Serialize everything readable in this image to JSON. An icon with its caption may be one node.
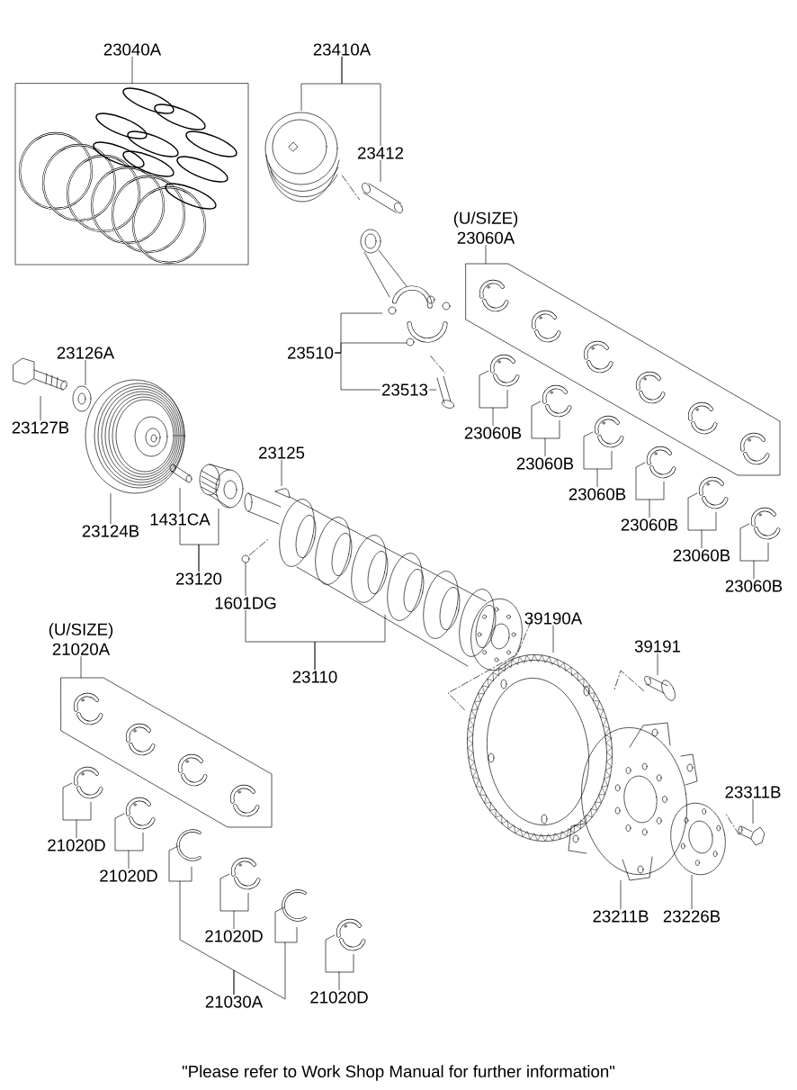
{
  "diagram": {
    "nodes": [
      {
        "text": [
          "23040A"
        ]
      },
      {
        "text": [
          "23410A"
        ]
      },
      {
        "text": [],
        "shape": "picture"
      },
      {
        "text": [],
        "shape": "picture"
      },
      {
        "text": [
          "23412"
        ]
      },
      {
        "text": [],
        "shape": "picture"
      },
      {
        "text": [
          "(U/SIZE)",
          "23060A"
        ]
      },
      {
        "text": [],
        "shape": "picture"
      },
      {
        "text": [],
        "shape": "picture"
      },
      {
        "text": [
          "23510"
        ]
      },
      {
        "text": [],
        "shape": "picture"
      },
      {
        "text": [
          "23126A"
        ]
      },
      {
        "text": [
          "23513"
        ]
      },
      {
        "text": [],
        "shape": "picture"
      },
      {
        "text": [],
        "shape": "picture"
      },
      {
        "text": [],
        "shape": "picture"
      },
      {
        "text": [],
        "shape": "picture"
      },
      {
        "text": [],
        "shape": "picture"
      },
      {
        "text": [],
        "shape": "picture"
      },
      {
        "text": [],
        "shape": "picture"
      },
      {
        "text": [],
        "shape": "picture"
      },
      {
        "text": [],
        "shape": "picture"
      },
      {
        "text": [],
        "shape": "picture"
      },
      {
        "text": [
          "23127B"
        ]
      },
      {
        "text": [
          "23060B"
        ]
      },
      {
        "text": [
          "23060B"
        ]
      },
      {
        "text": [
          "23060B"
        ]
      },
      {
        "text": [
          "23060B"
        ]
      },
      {
        "text": [
          "23060B"
        ]
      },
      {
        "text": [
          "23060B"
        ]
      },
      {
        "text": [
          "23125"
        ]
      },
      {
        "text": [],
        "shape": "picture"
      },
      {
        "text": [],
        "shape": "picture"
      },
      {
        "text": [],
        "shape": "picture"
      },
      {
        "text": [
          "23124B"
        ]
      },
      {
        "text": [
          "1431CA"
        ]
      },
      {
        "text": [],
        "shape": "picture"
      },
      {
        "text": [
          "23120"
        ]
      },
      {
        "text": [],
        "shape": "picture"
      },
      {
        "text": [
          "1601DG"
        ]
      },
      {
        "text": [
          "(U/SIZE)",
          "21020A"
        ]
      },
      {
        "text": [
          "39190A"
        ]
      },
      {
        "text": [
          "39191"
        ]
      },
      {
        "text": [
          "23110"
        ]
      },
      {
        "text": [],
        "shape": "picture"
      },
      {
        "text": [],
        "shape": "picture"
      },
      {
        "text": [],
        "shape": "picture"
      },
      {
        "text": [],
        "shape": "picture"
      },
      {
        "text": [
          "23311B"
        ]
      },
      {
        "text": [],
        "shape": "picture"
      },
      {
        "text": [],
        "shape": "picture"
      },
      {
        "text": [],
        "shape": "picture"
      },
      {
        "text": [],
        "shape": "picture"
      },
      {
        "text": [
          "21020D"
        ]
      },
      {
        "text": [
          "21020D"
        ]
      },
      {
        "text": [],
        "shape": "picture"
      },
      {
        "text": [],
        "shape": "picture"
      },
      {
        "text": [],
        "shape": "picture"
      },
      {
        "text": [
          "23211B"
        ]
      },
      {
        "text": [
          "23226B"
        ]
      },
      {
        "text": [
          "21020D"
        ]
      },
      {
        "text": [],
        "shape": "picture"
      },
      {
        "text": [
          "21020D"
        ]
      },
      {
        "text": [
          "21030A"
        ]
      }
    ],
    "edges": [
      {
        "from": 0,
        "to": 2,
        "arrow": "none"
      },
      {
        "from": 1,
        "to": 3,
        "arrow": "none"
      },
      {
        "from": 1,
        "to": 4,
        "arrow": "none"
      },
      {
        "from": 4,
        "to": 5,
        "arrow": "none"
      },
      {
        "from": 3,
        "to": 5,
        "arrow": "none",
        "style": "dashed"
      },
      {
        "from": 6,
        "to": 8,
        "arrow": "none"
      },
      {
        "from": 9,
        "to": 7,
        "arrow": "none"
      },
      {
        "from": 9,
        "to": 10,
        "arrow": "none"
      },
      {
        "from": 9,
        "to": 12,
        "arrow": "none"
      },
      {
        "from": 12,
        "to": 13,
        "arrow": "none"
      },
      {
        "from": 10,
        "to": 13,
        "arrow": "none",
        "style": "dashed"
      },
      {
        "from": 11,
        "to": 15,
        "arrow": "none"
      },
      {
        "from": 23,
        "to": 14,
        "arrow": "none"
      },
      {
        "from": 34,
        "to": 16,
        "arrow": "none"
      },
      {
        "from": 24,
        "to": 17,
        "arrow": "none"
      },
      {
        "from": 25,
        "to": 18,
        "arrow": "none"
      },
      {
        "from": 26,
        "to": 19,
        "arrow": "none"
      },
      {
        "from": 27,
        "to": 20,
        "arrow": "none"
      },
      {
        "from": 28,
        "to": 21,
        "arrow": "none"
      },
      {
        "from": 29,
        "to": 22,
        "arrow": "none"
      },
      {
        "from": 30,
        "to": 31,
        "arrow": "none"
      },
      {
        "from": 35,
        "to": 33,
        "arrow": "none"
      },
      {
        "from": 37,
        "to": 35,
        "arrow": "none"
      },
      {
        "from": 37,
        "to": 32,
        "arrow": "none"
      },
      {
        "from": 39,
        "to": 38,
        "arrow": "none"
      },
      {
        "from": 38,
        "to": 36,
        "arrow": "none",
        "style": "dashed"
      },
      {
        "from": 43,
        "to": 39,
        "arrow": "none"
      },
      {
        "from": 43,
        "to": 36,
        "arrow": "none"
      },
      {
        "from": 40,
        "to": 44,
        "arrow": "none"
      },
      {
        "from": 41,
        "to": 45,
        "arrow": "none"
      },
      {
        "from": 42,
        "to": 46,
        "arrow": "none"
      },
      {
        "from": 36,
        "to": 45,
        "arrow": "none",
        "style": "dashed"
      },
      {
        "from": 46,
        "to": 45,
        "arrow": "none",
        "style": "dashed"
      },
      {
        "from": 48,
        "to": 49,
        "arrow": "none"
      },
      {
        "from": 49,
        "to": 57,
        "arrow": "none",
        "style": "dashed"
      },
      {
        "from": 58,
        "to": 47,
        "arrow": "none"
      },
      {
        "from": 59,
        "to": 57,
        "arrow": "none"
      },
      {
        "from": 53,
        "to": 50,
        "arrow": "none"
      },
      {
        "from": 54,
        "to": 51,
        "arrow": "none"
      },
      {
        "from": 60,
        "to": 55,
        "arrow": "none"
      },
      {
        "from": 62,
        "to": 61,
        "arrow": "none"
      },
      {
        "from": 63,
        "to": 52,
        "arrow": "none"
      },
      {
        "from": 63,
        "to": 56,
        "arrow": "none"
      }
    ],
    "labels": [
      "\"Please refer to Work Shop Manual for further information\""
    ]
  }
}
